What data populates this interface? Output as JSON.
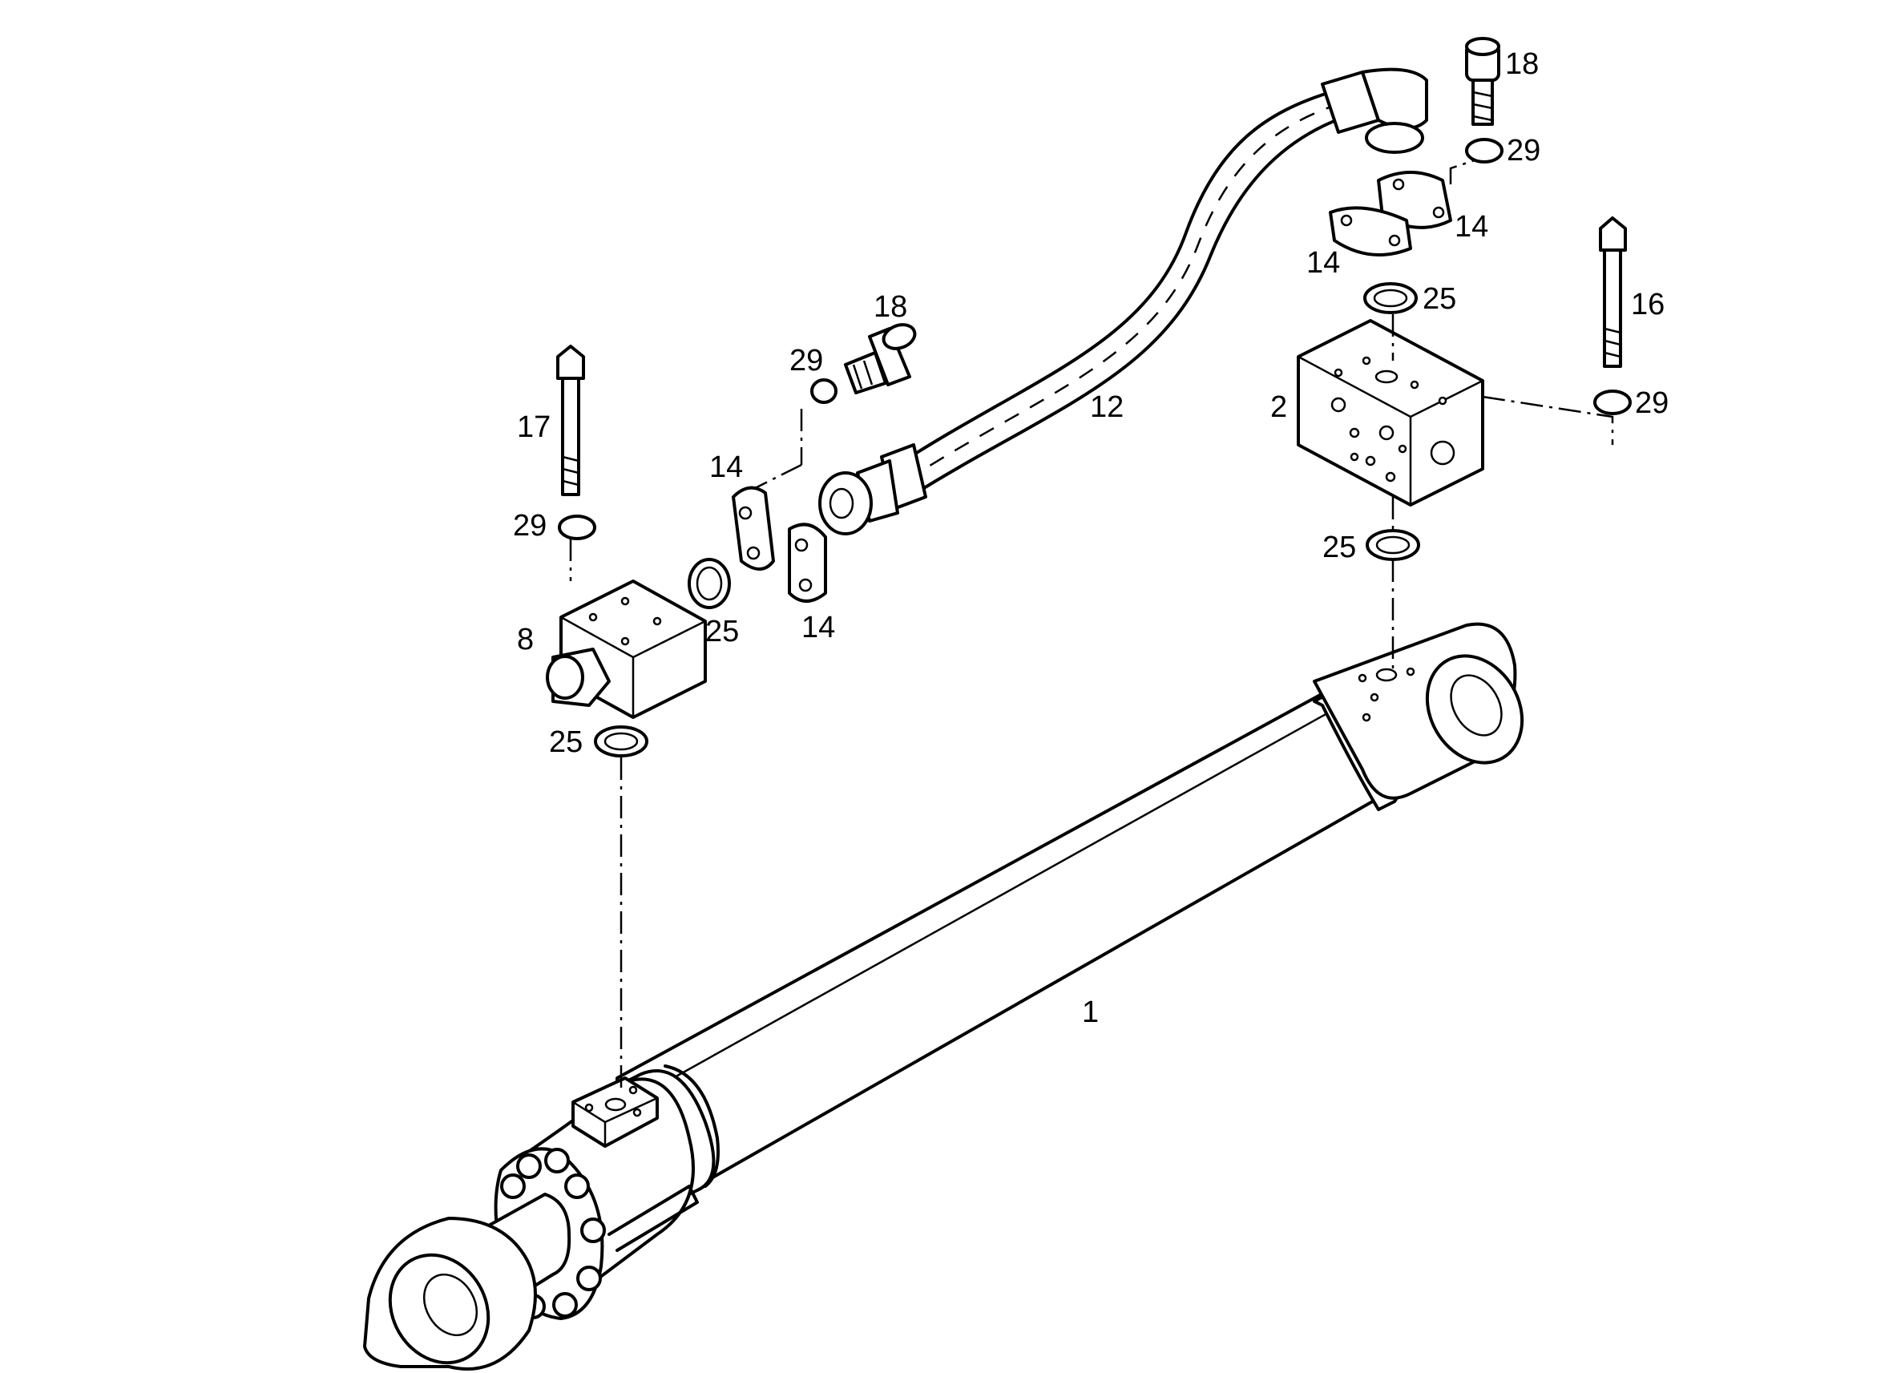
{
  "labels": {
    "p1": "1",
    "p2": "2",
    "p8": "8",
    "p12": "12",
    "p14_a": "14",
    "p14_b": "14",
    "p14_c": "14",
    "p14_d": "14",
    "p16": "16",
    "p17": "17",
    "p18_a": "18",
    "p18_b": "18",
    "p25_a": "25",
    "p25_b": "25",
    "p25_c": "25",
    "p25_d": "25",
    "p29_a": "29",
    "p29_b": "29",
    "p29_c": "29",
    "p29_d": "29"
  }
}
